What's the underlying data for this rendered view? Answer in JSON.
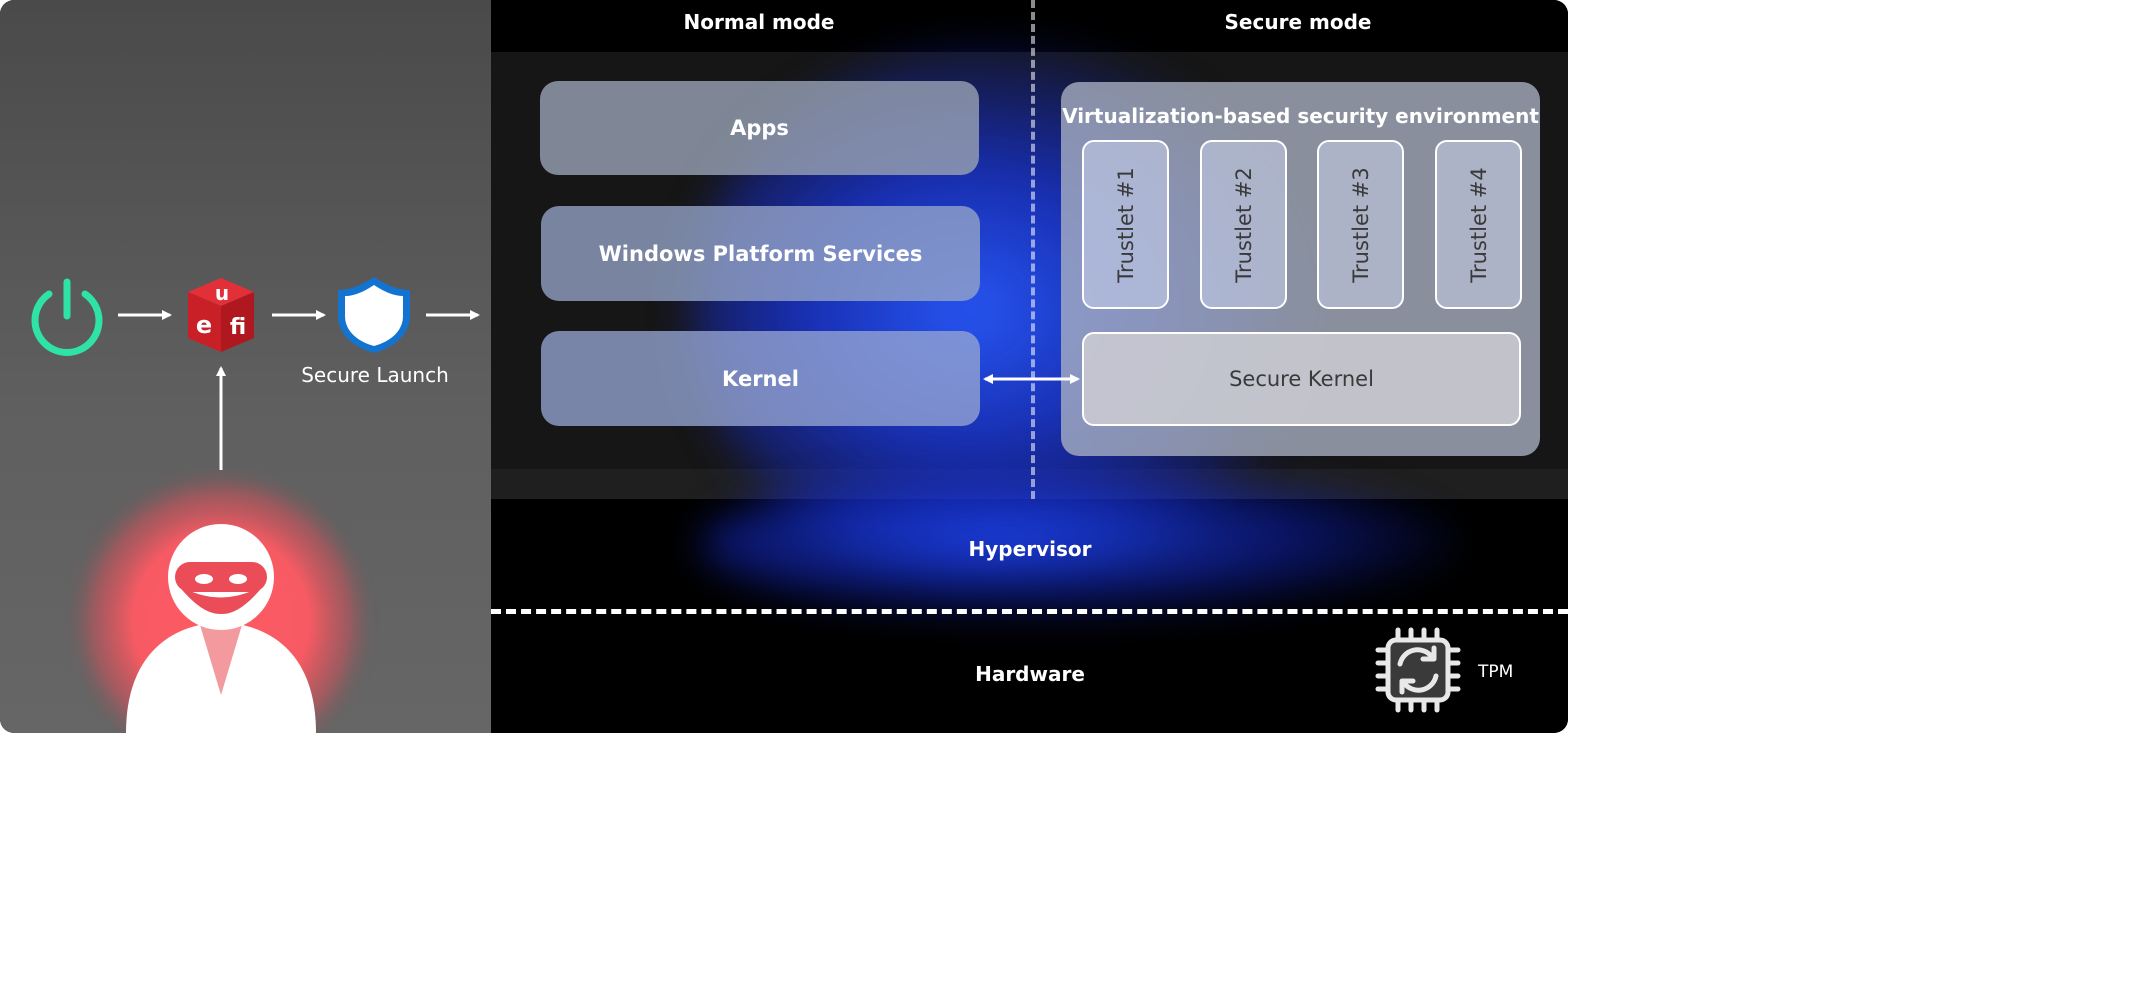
{
  "modes": {
    "normal": "Normal mode",
    "secure": "Secure mode"
  },
  "boot_flow": {
    "steps": [
      "power-icon",
      "uefi-logo",
      "shield-icon"
    ],
    "secure_launch_label": "Secure Launch",
    "attacker": "attacker-icon"
  },
  "normal_mode": {
    "apps": "Apps",
    "platform_services": "Windows Platform Services",
    "kernel": "Kernel"
  },
  "secure_mode": {
    "vbs_title": "Virtualization-based security environment",
    "trustlets": [
      "Trustlet #1",
      "Trustlet #2",
      "Trustlet #3",
      "Trustlet #4"
    ],
    "secure_kernel": "Secure Kernel"
  },
  "layers": {
    "hypervisor": "Hypervisor",
    "hardware": "Hardware"
  },
  "tpm": {
    "label": "TPM",
    "icon": "tpm-chip-icon"
  },
  "colors": {
    "accent_blue": "#2456ff",
    "power_green": "#2fe3a6",
    "shield_blue": "#1273d1",
    "uefi_red": "#d0232a",
    "attacker_glow": "#ff5a63"
  }
}
